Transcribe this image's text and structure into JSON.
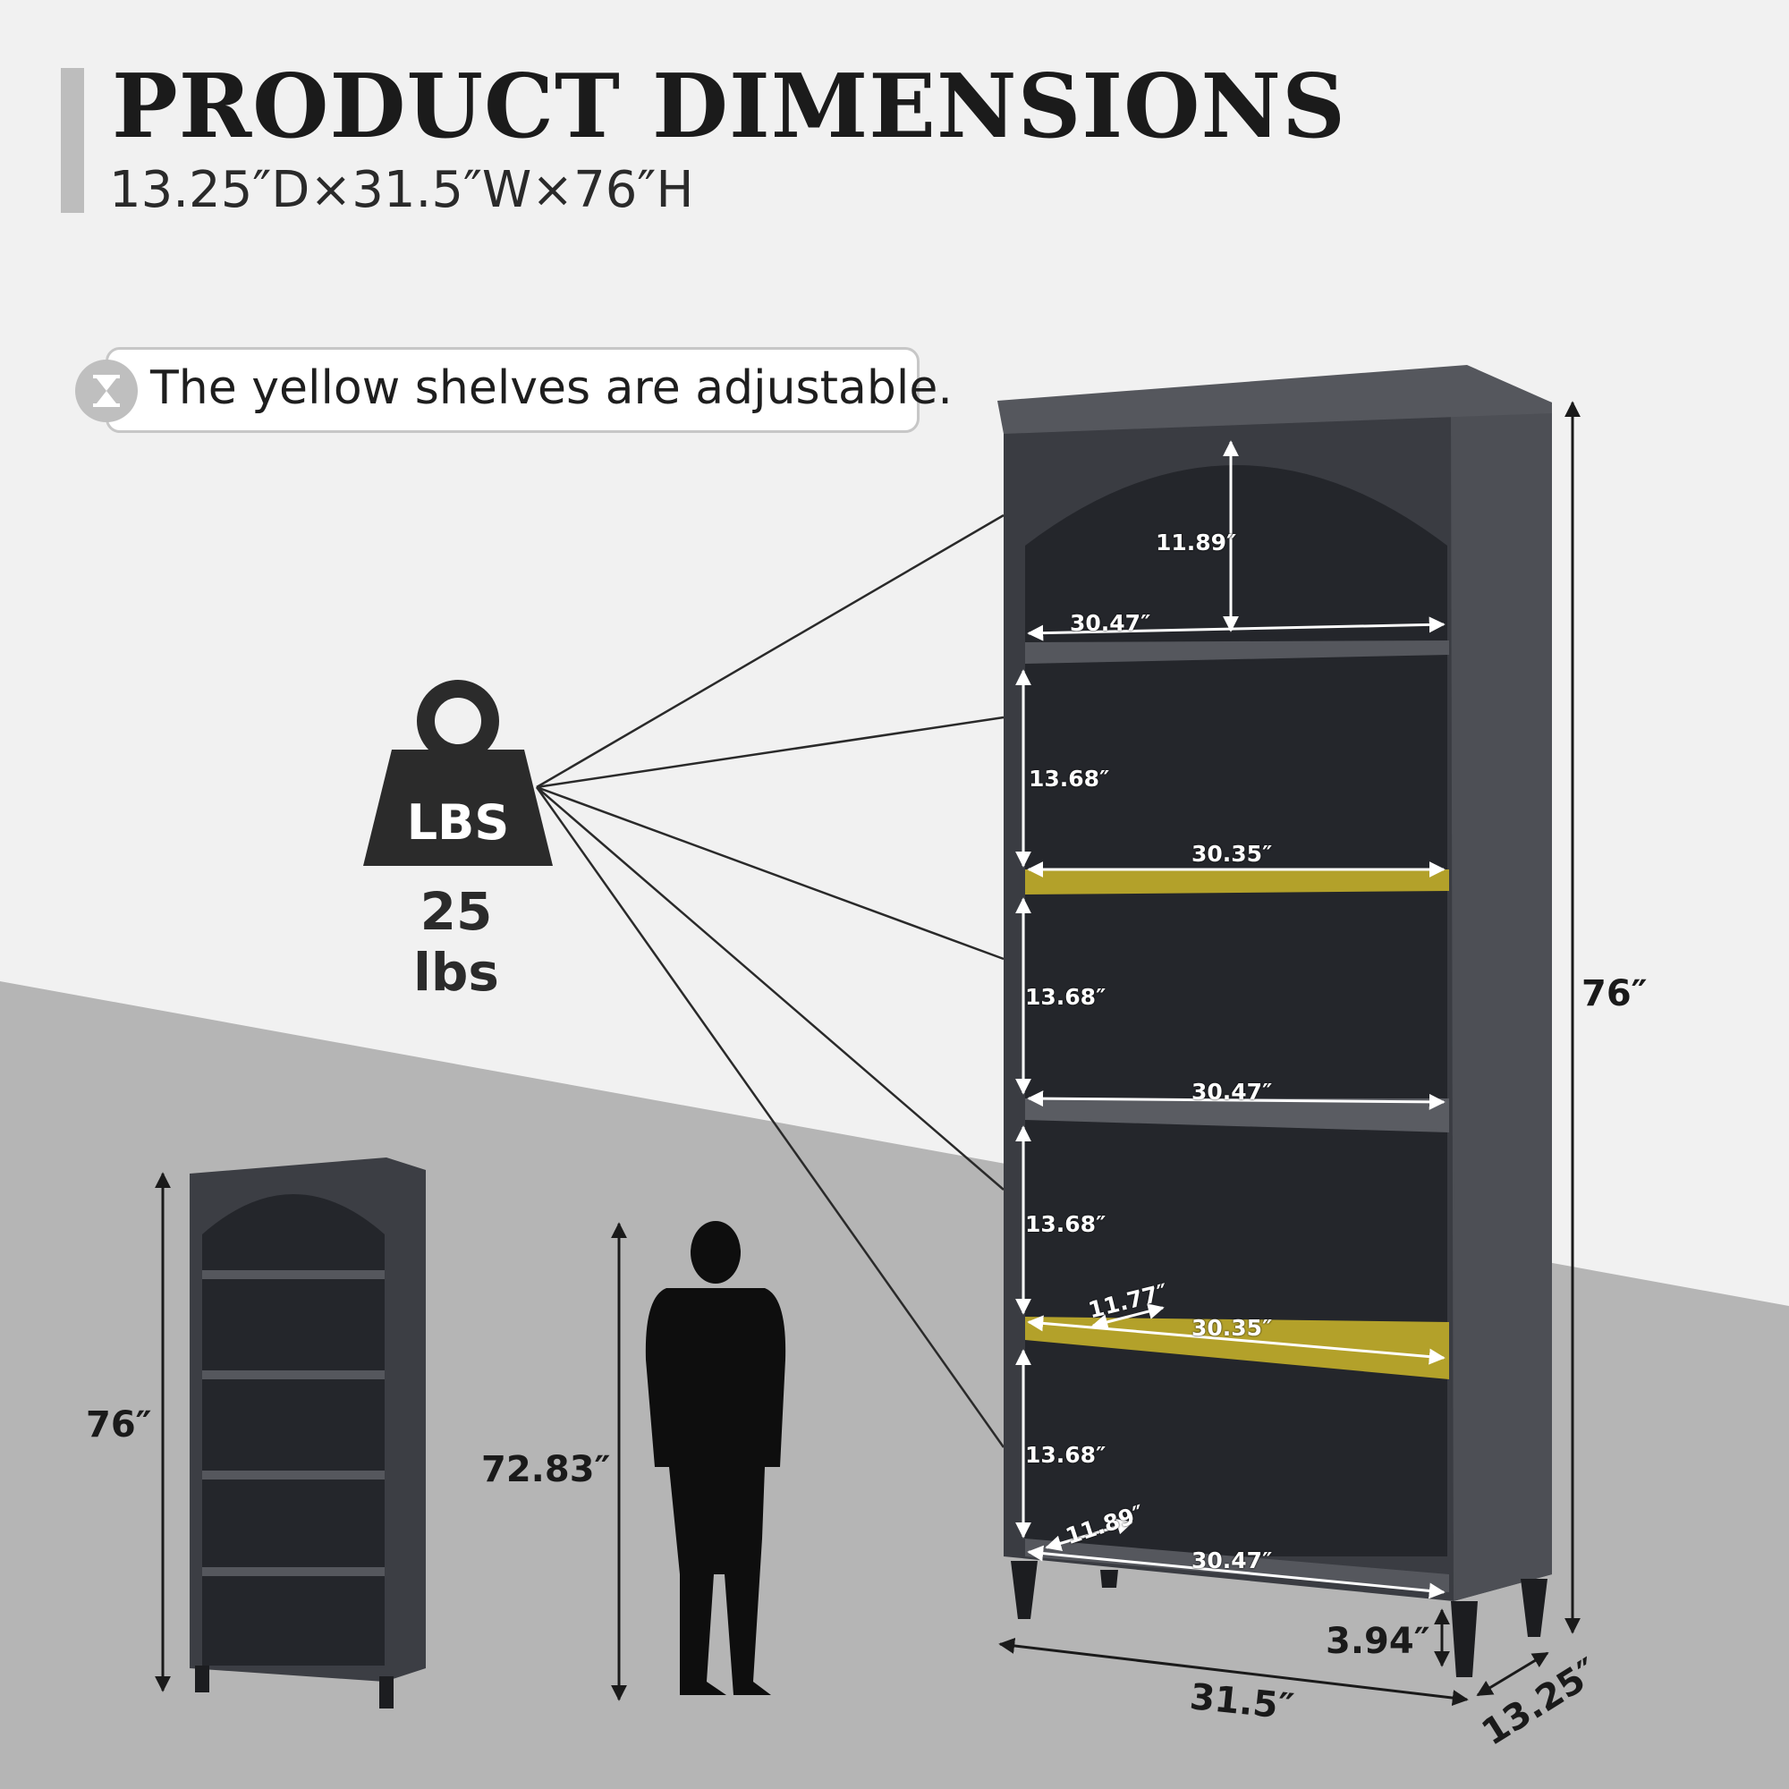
{
  "title": "PRODUCT DIMENSIONS",
  "subtitle": "13.25″D×31.5″W×76″H",
  "note": "The yellow shelves are adjustable.",
  "weight": {
    "icon_text": "LBS",
    "capacity": "25 lbs"
  },
  "colors": {
    "adjustable_shelf": "#b3a12a",
    "cabinet": "#3e4046",
    "background": "#f1f1f1",
    "floor": "#b5b5b5"
  },
  "main_shelf": {
    "top_opening_height": "11.89″",
    "top_width": "30.47″",
    "section_heights": [
      "13.68″",
      "13.68″",
      "13.68″",
      "13.68″"
    ],
    "adjustable_width_1": "30.35″",
    "fixed_width_mid": "30.47″",
    "adjustable_depth": "11.77″",
    "adjustable_width_2": "30.35″",
    "bottom_depth": "11.89″",
    "bottom_width": "30.47″",
    "total_height": "76″",
    "leg_height": "3.94″",
    "total_width": "31.5″",
    "total_depth": "13.25″"
  },
  "small_shelf": {
    "height": "76″"
  },
  "person": {
    "height": "72.83″"
  }
}
